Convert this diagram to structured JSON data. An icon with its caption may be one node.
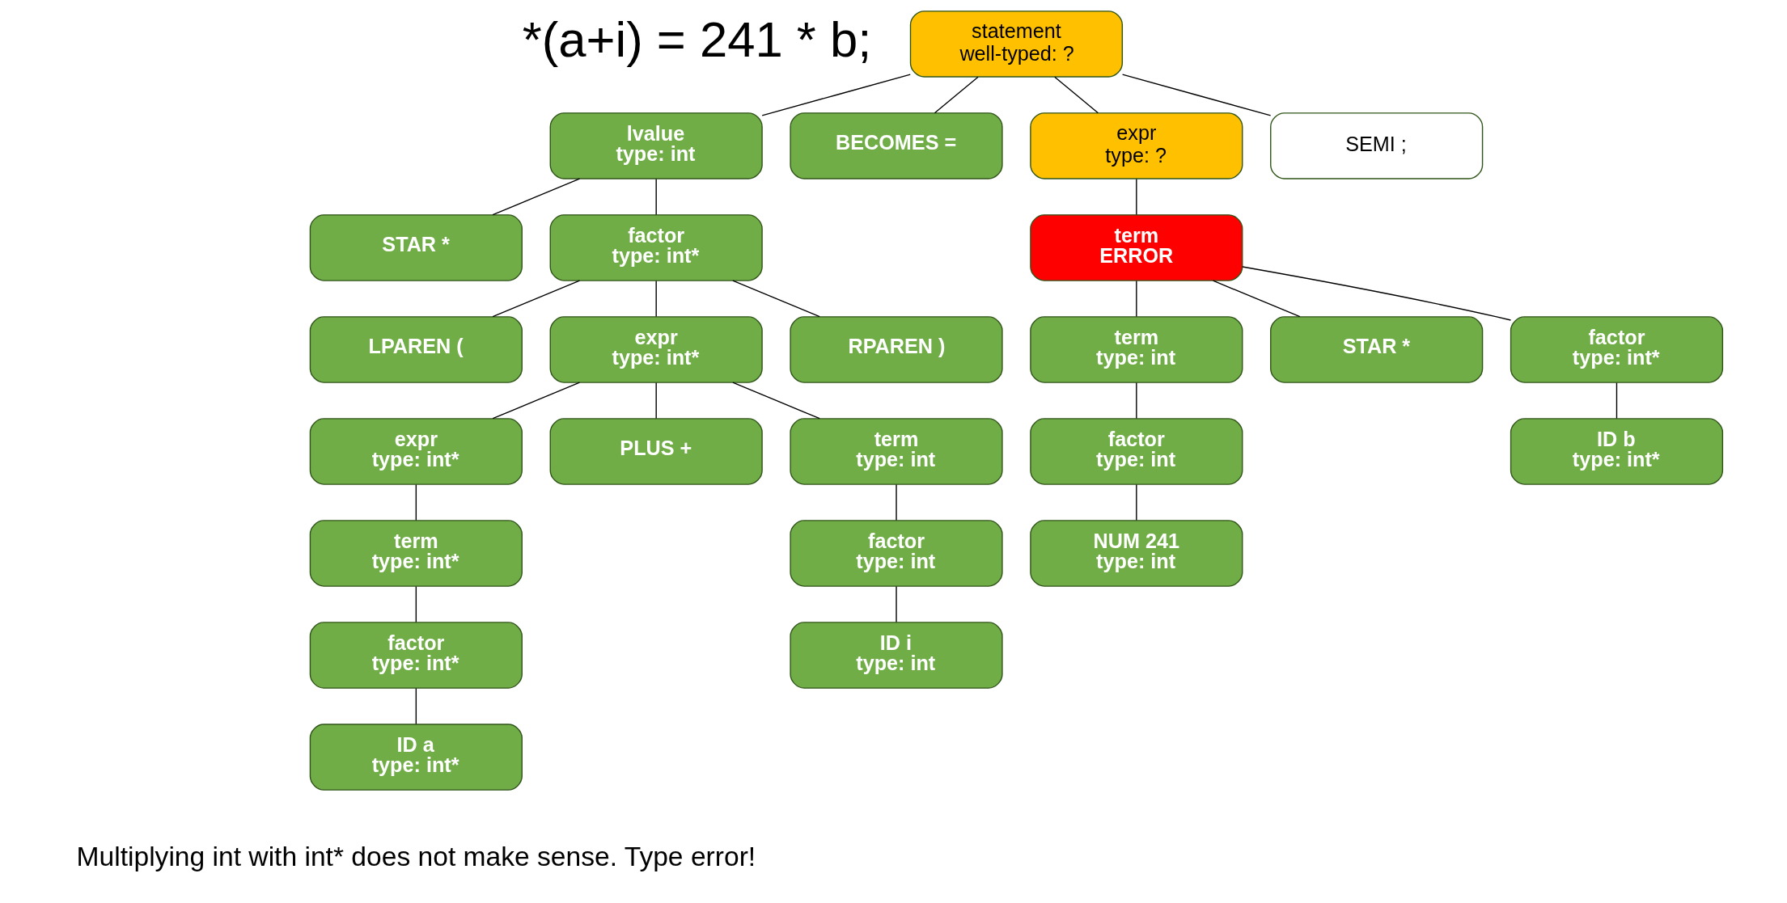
{
  "diagram": {
    "nodes": [
      {
        "text": [
          "statement",
          "well-typed: ?"
        ]
      },
      {
        "text": [
          "lvalue",
          "type: int"
        ]
      },
      {
        "text": [
          "BECOMES ="
        ]
      },
      {
        "text": [
          "expr",
          "type: ?"
        ]
      },
      {
        "text": [
          "SEMI ;"
        ]
      },
      {
        "text": [
          "STAR *"
        ]
      },
      {
        "text": [
          "factor",
          "type: int*"
        ]
      },
      {
        "text": [
          "term",
          "ERROR"
        ]
      },
      {
        "text": [
          "LPAREN ("
        ]
      },
      {
        "text": [
          "expr",
          "type: int*"
        ]
      },
      {
        "text": [
          "RPAREN )"
        ]
      },
      {
        "text": [
          "term",
          "type: int"
        ]
      },
      {
        "text": [
          "STAR *"
        ]
      },
      {
        "text": [
          "factor",
          "type: int*"
        ]
      },
      {
        "text": [
          "expr",
          "type: int*"
        ]
      },
      {
        "text": [
          "PLUS +"
        ]
      },
      {
        "text": [
          "term",
          "type: int"
        ]
      },
      {
        "text": [
          "factor",
          "type: int"
        ]
      },
      {
        "text": [
          "ID b",
          "type: int*"
        ]
      },
      {
        "text": [
          "term",
          "type: int*"
        ]
      },
      {
        "text": [
          "factor",
          "type: int"
        ]
      },
      {
        "text": [
          "NUM 241",
          "type: int"
        ]
      },
      {
        "text": [
          "factor",
          "type: int*"
        ]
      },
      {
        "text": [
          "ID i",
          "type: int"
        ]
      },
      {
        "text": [
          "ID a",
          "type: int*"
        ]
      }
    ],
    "edges": [
      {
        "from": 0,
        "to": 1,
        "arrow": "none"
      },
      {
        "from": 0,
        "to": 2,
        "arrow": "none"
      },
      {
        "from": 0,
        "to": 3,
        "arrow": "none"
      },
      {
        "from": 0,
        "to": 4,
        "arrow": "none"
      },
      {
        "from": 1,
        "to": 5,
        "arrow": "none"
      },
      {
        "from": 1,
        "to": 6,
        "arrow": "none"
      },
      {
        "from": 3,
        "to": 7,
        "arrow": "none"
      },
      {
        "from": 6,
        "to": 8,
        "arrow": "none"
      },
      {
        "from": 6,
        "to": 9,
        "arrow": "none"
      },
      {
        "from": 6,
        "to": 10,
        "arrow": "none"
      },
      {
        "from": 7,
        "to": 11,
        "arrow": "none"
      },
      {
        "from": 7,
        "to": 12,
        "arrow": "none"
      },
      {
        "from": 7,
        "to": 13,
        "arrow": "none"
      },
      {
        "from": 9,
        "to": 14,
        "arrow": "none"
      },
      {
        "from": 9,
        "to": 15,
        "arrow": "none"
      },
      {
        "from": 9,
        "to": 16,
        "arrow": "none"
      },
      {
        "from": 11,
        "to": 20,
        "arrow": "none"
      },
      {
        "from": 13,
        "to": 18,
        "arrow": "none"
      },
      {
        "from": 14,
        "to": 19,
        "arrow": "none"
      },
      {
        "from": 16,
        "to": 17,
        "arrow": "none"
      },
      {
        "from": 17,
        "to": 23,
        "arrow": "none"
      },
      {
        "from": 19,
        "to": 22,
        "arrow": "none"
      },
      {
        "from": 22,
        "to": 24,
        "arrow": "none"
      },
      {
        "from": 20,
        "to": 21,
        "arrow": "none"
      }
    ],
    "labels": [
      "*(a+i) = 241 * b;",
      "Multiplying int with int* does not make sense. Type error!"
    ]
  }
}
